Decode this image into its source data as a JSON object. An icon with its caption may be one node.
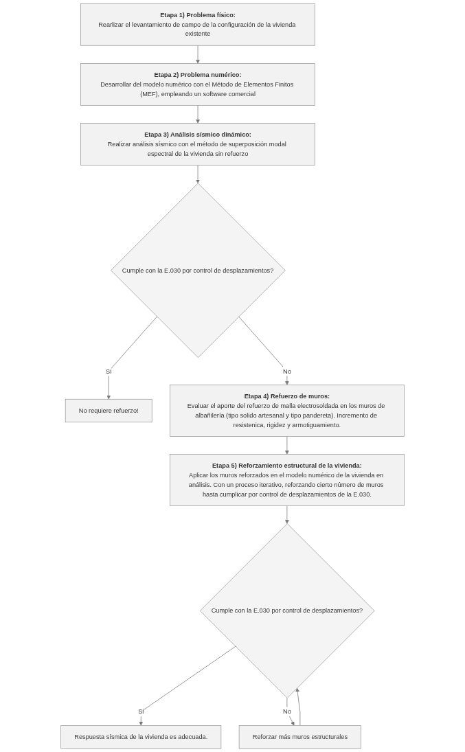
{
  "diagram": {
    "nodes": [
      {
        "text": [
          "Etapa 1) Problema físico:",
          "Rearlizar el levantamiento de campo de la configuración de la vivienda existente"
        ]
      },
      {
        "text": [
          "Etapa 2) Problema numérico:",
          "Desarrollar del modelo numérico con el Método de Elementos Finitos (MEF), empleando un software comercial"
        ]
      },
      {
        "text": [
          "Etapa 3) Análisis sísmico dinámico:",
          "Realizar análisis sísmico con el método de superposición modal espectral de la vivienda sin refuerzo"
        ]
      },
      {
        "text": [
          "Cumple con la E.030 por control de desplazamientos?"
        ]
      },
      {
        "text": [
          "No requiere refuerzo!"
        ]
      },
      {
        "text": [
          "Etapa 4) Refuerzo de muros:",
          "Evaluar el aporte del refuerzo de malla electrosoldada en los muros de albañilería (tipo solido artesanal y tipo pandereta). Incremento de resistenica, rigidez y armotiguamiento."
        ]
      },
      {
        "text": [
          "Etapa 5) Reforzamiento estructural de la vivienda:",
          "Aplicar los muros reforzados en el modelo numérico de la vivienda en análisis. Con un proceso iterativo, reforzando cierto número de muros hasta cumplicar por control de desplazamientos de la E.030."
        ]
      },
      {
        "text": [
          "Cumple con la E.030 por control de desplazamientos?"
        ]
      },
      {
        "text": [
          "Respuesta sísmica de la vivienda es adecuada."
        ]
      },
      {
        "text": [
          "Reforzar más muros estructurales"
        ]
      }
    ],
    "edges": [
      {
        "from": 0,
        "to": 1,
        "arrow": "to"
      },
      {
        "from": 1,
        "to": 2,
        "arrow": "to"
      },
      {
        "from": 2,
        "to": 3,
        "arrow": "to"
      },
      {
        "from": 3,
        "to": 4,
        "arrow": "to",
        "label": "Si"
      },
      {
        "from": 3,
        "to": 5,
        "arrow": "to",
        "label": "No"
      },
      {
        "from": 5,
        "to": 6,
        "arrow": "to"
      },
      {
        "from": 6,
        "to": 7,
        "arrow": "to"
      },
      {
        "from": 7,
        "to": 8,
        "arrow": "to",
        "label": "Si"
      },
      {
        "from": 7,
        "to": 9,
        "arrow": "to",
        "label": "No"
      },
      {
        "from": 9,
        "to": 7,
        "arrow": "to"
      }
    ]
  }
}
